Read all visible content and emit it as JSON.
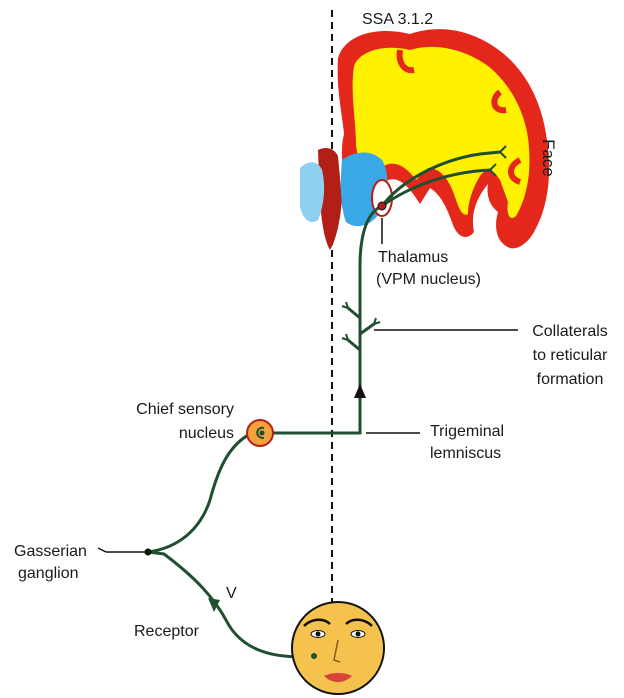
{
  "labels": {
    "header": "SSA 3.1.2",
    "face": "Face",
    "thalamus": "Thalamus",
    "vpm_nucleus": "(VPM nucleus)",
    "collaterals_1": "Collaterals",
    "collaterals_2": "to reticular",
    "collaterals_3": "formation",
    "chief_sensory_1": "Chief sensory",
    "chief_sensory_2": "nucleus",
    "trigeminal_1": "Trigeminal",
    "trigeminal_2": "lemniscus",
    "gasserian_1": "Gasserian",
    "gasserian_2": "ganglion",
    "nerve_v": "V",
    "receptor": "Receptor"
  },
  "colors": {
    "cortex_red": "#e3281b",
    "white_matter_yellow": "#fff200",
    "ventricle_blue": "#3aa8e6",
    "pathway_green": "#1f4f30",
    "nucleus_orange": "#f2a23a",
    "face_skin": "#f5c24e",
    "line_black": "#111111"
  }
}
